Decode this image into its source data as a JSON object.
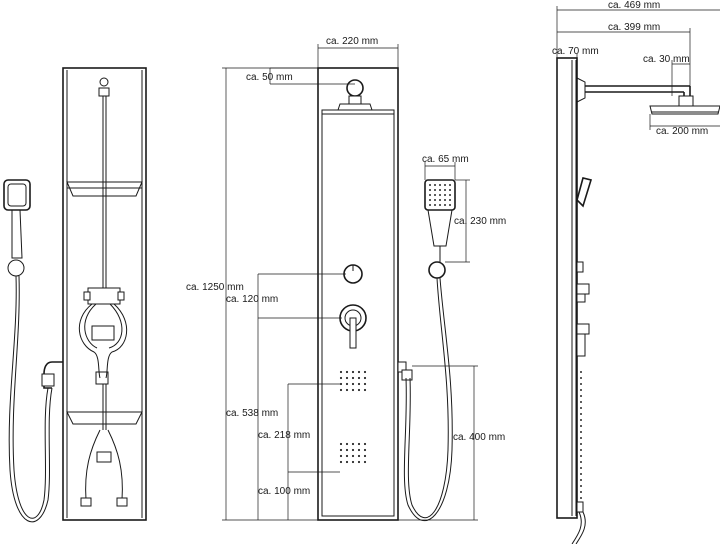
{
  "dimensions": {
    "width_front": "ca. 220 mm",
    "top_holder": "ca. 50 mm",
    "total_height": "ca. 1250 mm",
    "mixer_distance": "ca. 120 mm",
    "nozzle_upper": "ca. 538 mm",
    "nozzle_mid": "ca. 218 mm",
    "nozzle_low": "ca. 100 mm",
    "hand_shower_width": "ca. 65 mm",
    "hand_shower_length": "ca. 230 mm",
    "hose_connection": "ca. 400 mm",
    "total_depth": "ca. 469 mm",
    "arm_length": "ca. 399 mm",
    "panel_depth": "ca. 70 mm",
    "arm_drop": "ca. 30 mm",
    "rain_head": "ca. 200 mm"
  },
  "colors": {
    "line": "#1a1a1a",
    "background": "#ffffff"
  },
  "icons": [
    "rain-shower-head-icon",
    "hand-shower-icon",
    "thermostat-valve-icon",
    "body-jet-nozzles-icon"
  ]
}
